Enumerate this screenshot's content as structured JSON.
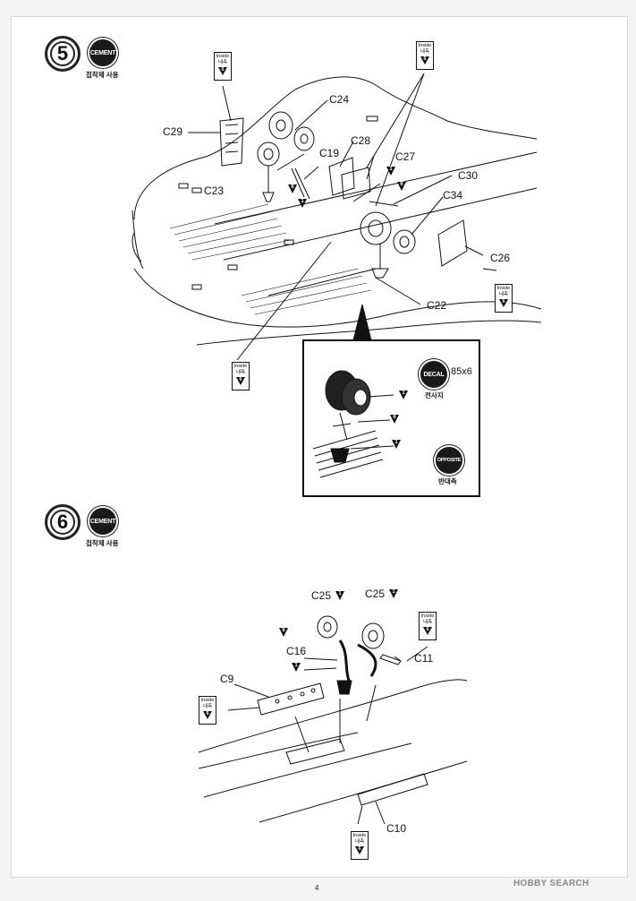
{
  "step5": {
    "number": "5",
    "cement_badge": "CEMENT",
    "cement_caption": "접착제 사용",
    "parts": [
      "C24",
      "C29",
      "C19",
      "C28",
      "C27",
      "C23",
      "C30",
      "C34",
      "C26",
      "C22"
    ],
    "inside_label_en": "Inside",
    "inside_label_kr": "내측",
    "marker_6": "6",
    "marker_1": "1",
    "detail": {
      "decal_badge": "DECAL",
      "decal_count": "85x6",
      "decal_caption": "전사지",
      "opposite_badge": "OPPOSITE",
      "opposite_caption": "반대측"
    }
  },
  "step6": {
    "number": "6",
    "cement_badge": "CEMENT",
    "cement_caption": "접착제 사용",
    "parts": [
      "C25",
      "C25",
      "C16",
      "C11",
      "C9",
      "C10"
    ]
  },
  "page_number": "4",
  "watermark": "HOBBY SEARCH"
}
